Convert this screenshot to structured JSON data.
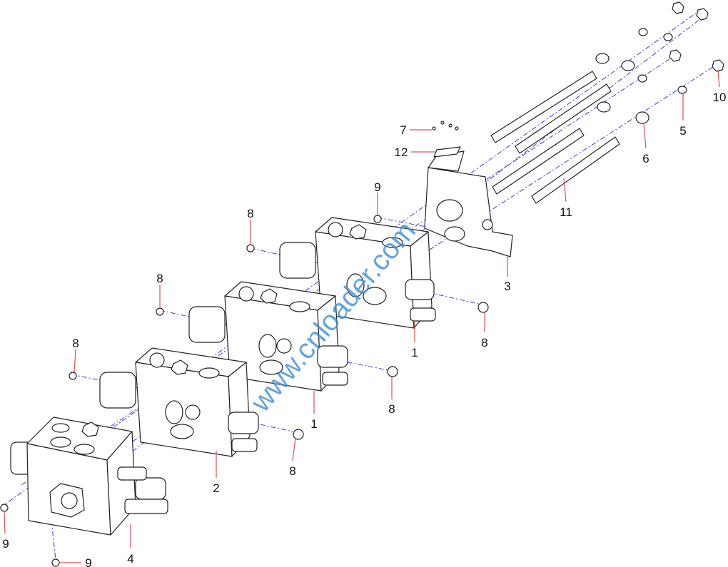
{
  "diagram": {
    "watermark": "www.cnloader.com",
    "colors": {
      "centerline": "#3a3ae0",
      "leader": "#e05050",
      "watermark": "#3f8fd6"
    },
    "callouts": [
      {
        "id": "c7",
        "label": "7"
      },
      {
        "id": "c12",
        "label": "12"
      },
      {
        "id": "c9a",
        "label": "9"
      },
      {
        "id": "c8a",
        "label": "8"
      },
      {
        "id": "c8b",
        "label": "8"
      },
      {
        "id": "c8c",
        "label": "8"
      },
      {
        "id": "c9b",
        "label": "9"
      },
      {
        "id": "c9c",
        "label": "9"
      },
      {
        "id": "c4",
        "label": "4"
      },
      {
        "id": "c2",
        "label": "2"
      },
      {
        "id": "c8d",
        "label": "8"
      },
      {
        "id": "c1a",
        "label": "1"
      },
      {
        "id": "c8e",
        "label": "8"
      },
      {
        "id": "c1b",
        "label": "1"
      },
      {
        "id": "c8f",
        "label": "8"
      },
      {
        "id": "c3",
        "label": "3"
      },
      {
        "id": "c11",
        "label": "11"
      },
      {
        "id": "c6",
        "label": "6"
      },
      {
        "id": "c5",
        "label": "5"
      },
      {
        "id": "c10",
        "label": "10"
      }
    ]
  }
}
